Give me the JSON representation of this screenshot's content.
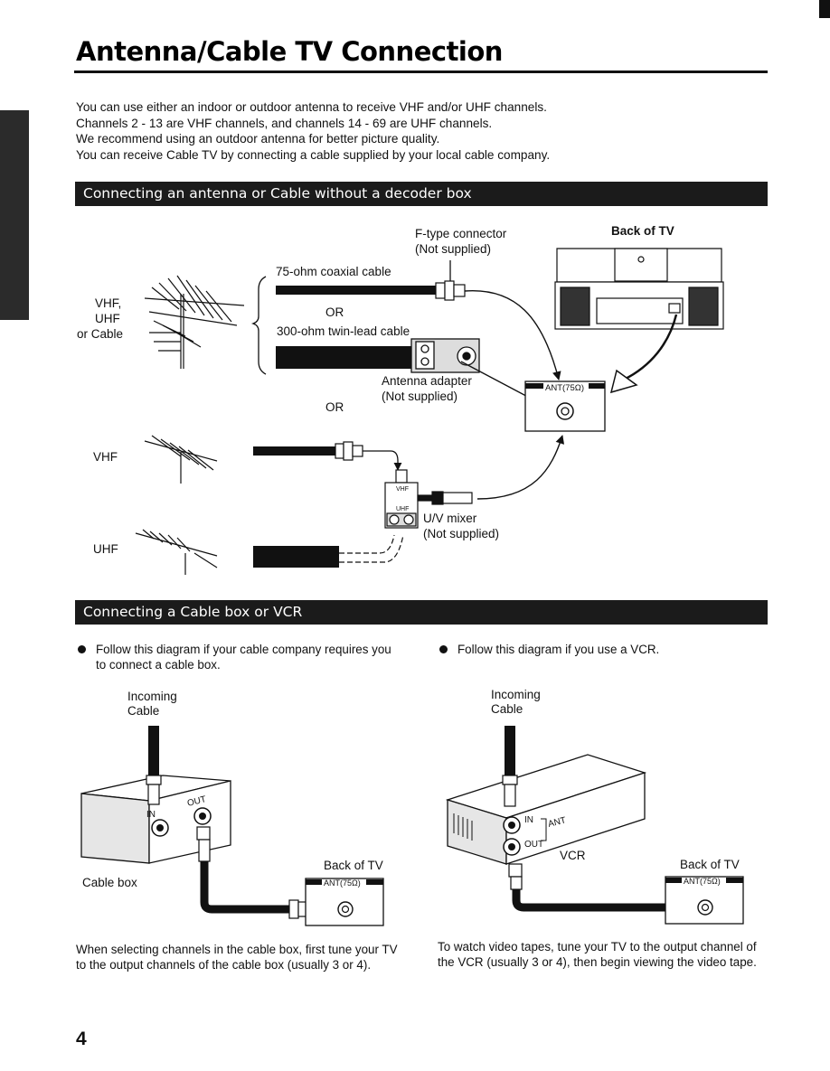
{
  "page": {
    "title": "Antenna/Cable TV Connection",
    "number": "4"
  },
  "intro": [
    "You can use either an indoor or outdoor antenna to receive VHF and/or UHF channels.",
    "Channels 2 - 13 are VHF channels, and channels 14 - 69 are UHF channels.",
    "We recommend using an outdoor antenna for better picture quality.",
    "You can receive Cable TV by connecting a cable supplied by your local cable company."
  ],
  "section1": {
    "heading": "Connecting an antenna or Cable without a decoder box",
    "labels": {
      "back_of_tv": "Back of TV",
      "f_type_line1": "F-type connector",
      "f_type_line2": "(Not supplied)",
      "coax": "75-ohm coaxial cable",
      "or": "OR",
      "twin_lead": "300-ohm twin-lead cable",
      "vhf_uhf_line1": "VHF,",
      "vhf_uhf_line2": "UHF",
      "vhf_uhf_line3": "or Cable",
      "adapter_line1": "Antenna adapter",
      "adapter_line2": "(Not supplied)",
      "or2": "OR",
      "ant_jack": "ANT(75Ω)",
      "vhf": "VHF",
      "uhf": "UHF",
      "mixer_vhf": "VHF",
      "mixer_uhf": "UHF",
      "mixer_line1": "U/V mixer",
      "mixer_line2": "(Not supplied)"
    }
  },
  "section2": {
    "heading": "Connecting a Cable box or VCR",
    "left": {
      "bullet": "Follow this diagram if your cable company requires you to connect a cable box.",
      "incoming_line1": "Incoming",
      "incoming_line2": "Cable",
      "in": "IN",
      "out": "OUT",
      "box_label": "Cable box",
      "back_of_tv": "Back of TV",
      "ant_jack": "ANT(75Ω)",
      "note": "When selecting channels in the cable box, first tune your TV to the output channels of the cable box (usually 3 or 4)."
    },
    "right": {
      "bullet": "Follow this diagram if you use a VCR.",
      "incoming_line1": "Incoming",
      "incoming_line2": "Cable",
      "in": "IN",
      "out": "OUT",
      "ant": "ANT",
      "vcr_label": "VCR",
      "back_of_tv": "Back of TV",
      "ant_jack": "ANT(75Ω)",
      "note": "To watch video tapes, tune your TV to the output channel of the VCR (usually 3 or 4), then begin viewing the video tape."
    }
  }
}
